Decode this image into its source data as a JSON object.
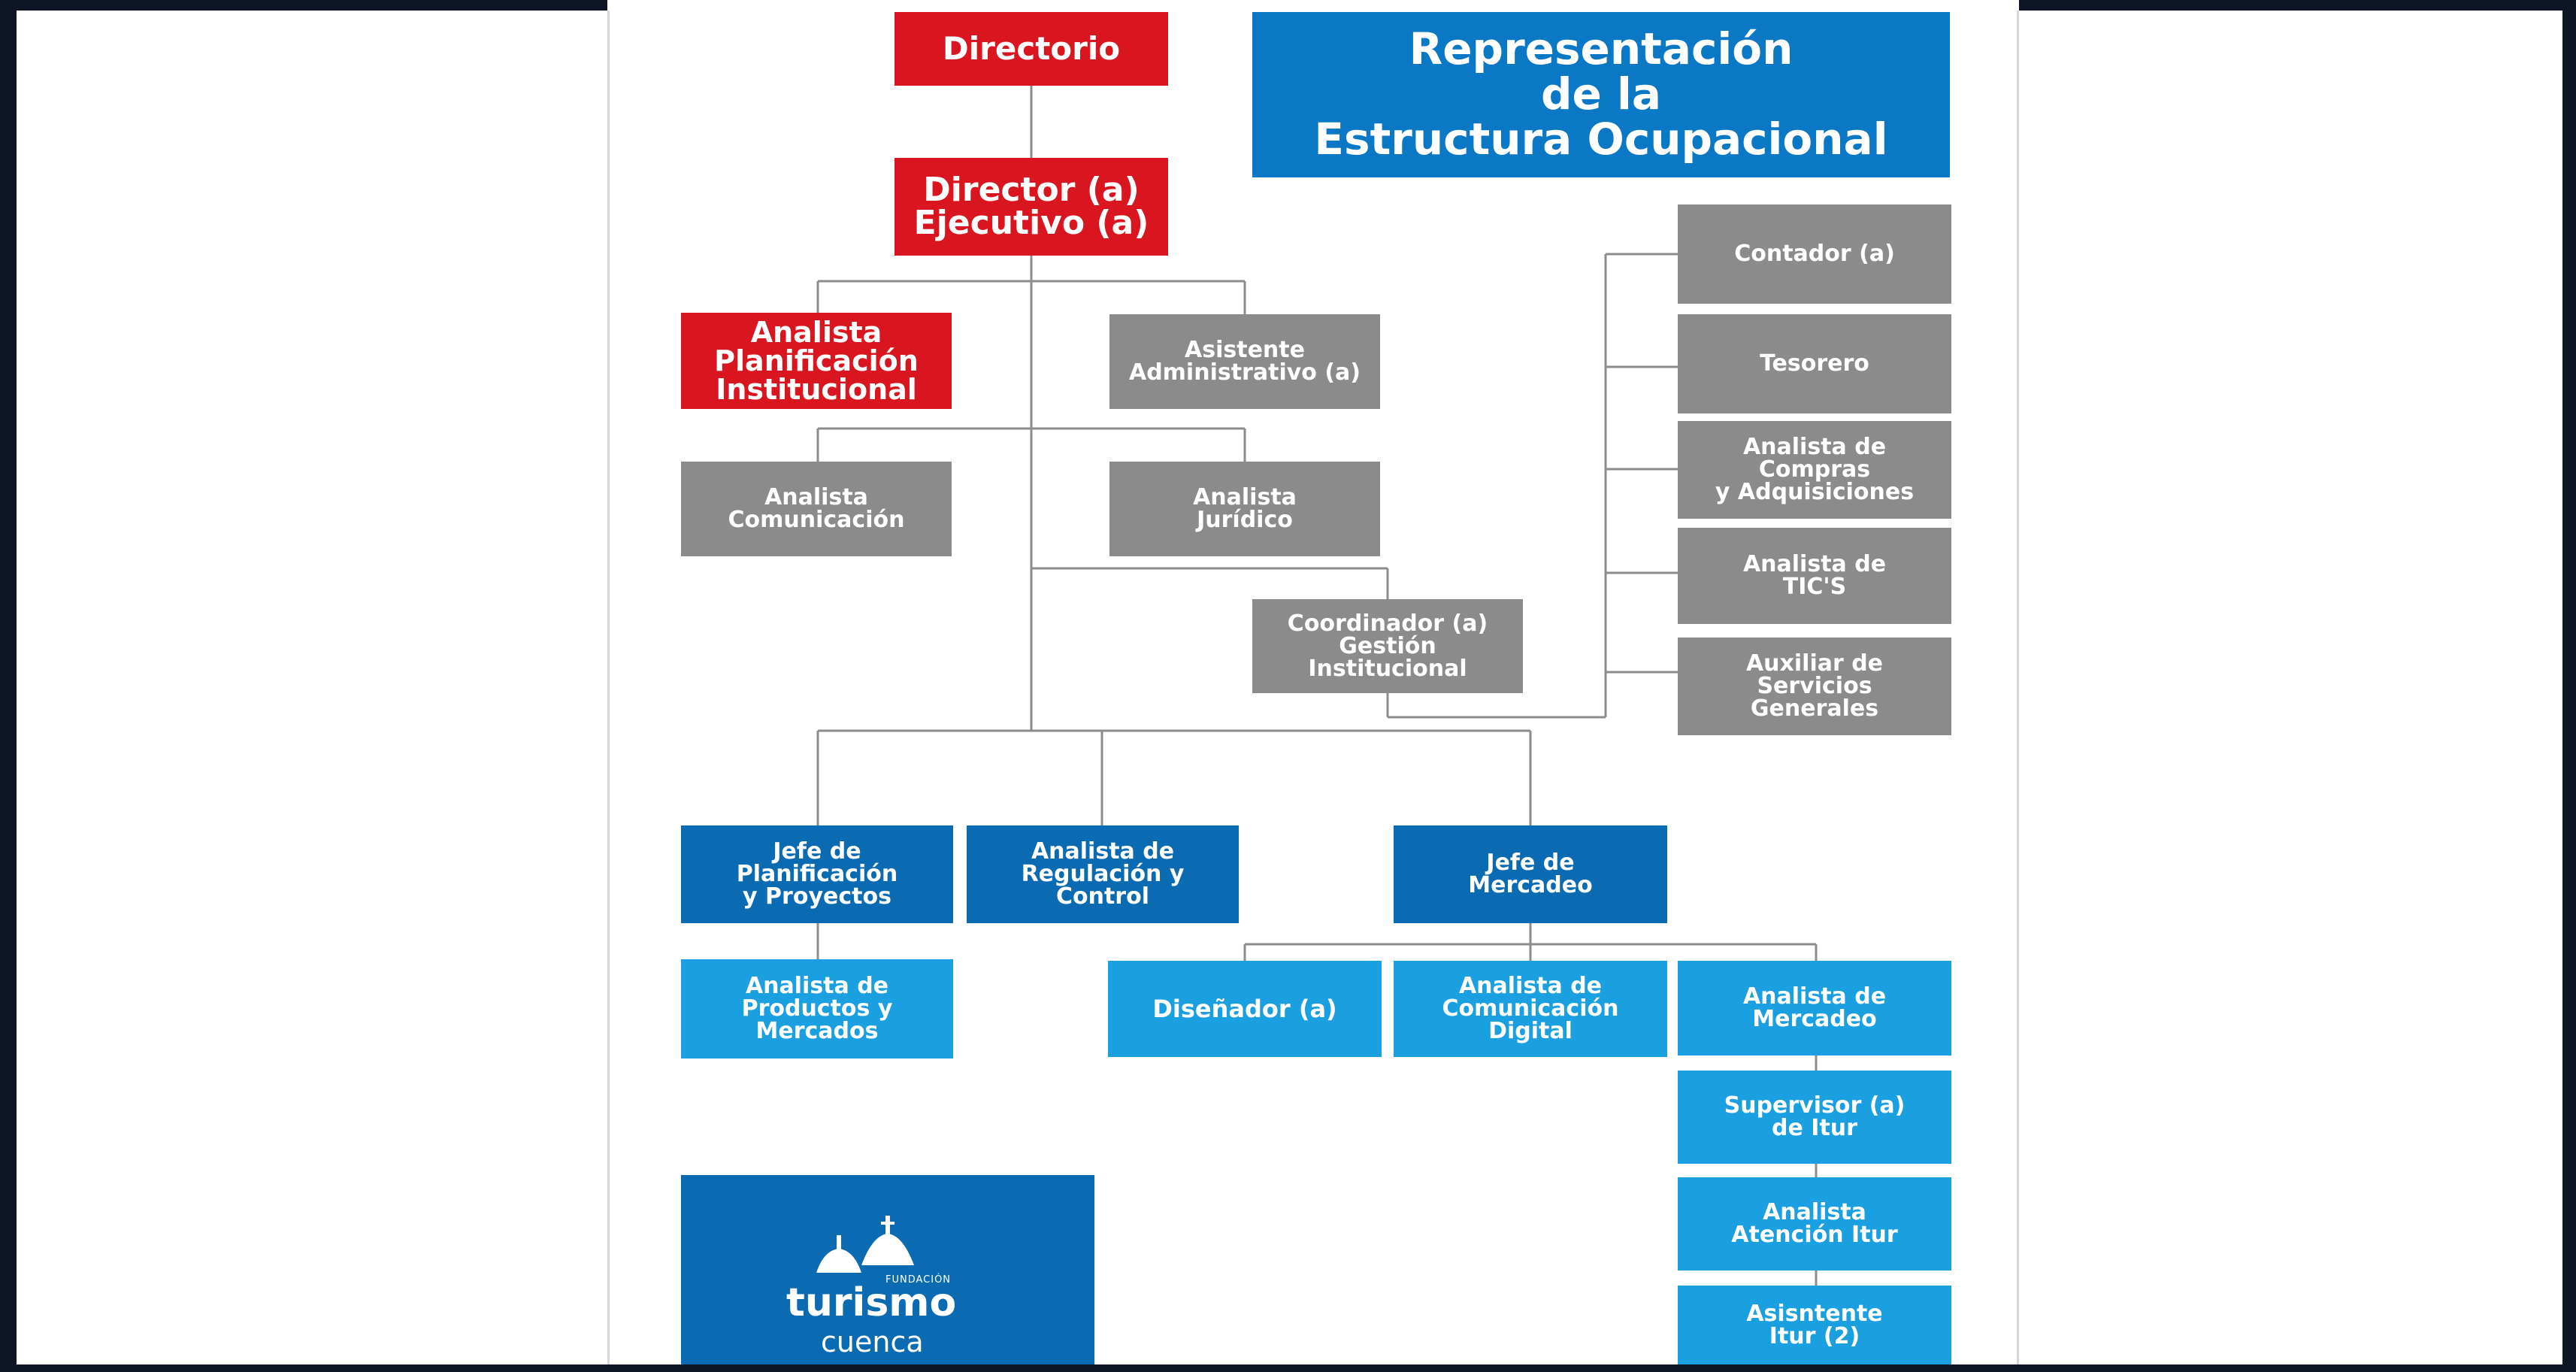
{
  "title": "Representación\nde la\nEstructura Ocupacional",
  "colors": {
    "executive": "#d9161f",
    "support": "#8b8b8b",
    "department": "#0a6bb3",
    "operational": "#1a9fe0",
    "connector": "#8c8c8c"
  },
  "nodes": {
    "directorio": "Directorio",
    "director_ejecutivo": "Director (a)\nEjecutivo (a)",
    "analista_planificacion": "Analista\nPlanificación\nInstitucional",
    "asistente_administrativo": "Asistente\nAdministrativo (a)",
    "analista_comunicacion": "Analista\nComunicación",
    "analista_juridico": "Analista\nJurídico",
    "coordinador_gestion": "Coordinador (a)\nGestión\nInstitucional",
    "contador": "Contador (a)",
    "tesorero": "Tesorero",
    "analista_compras": "Analista de\nCompras\ny Adquisiciones",
    "analista_tics": "Analista de\nTIC'S",
    "auxiliar_servicios": "Auxiliar de\nServicios\nGenerales",
    "jefe_planificacion": "Jefe de\nPlanificación\ny Proyectos",
    "analista_regulacion": "Analista de\nRegulación y\nControl",
    "jefe_mercadeo": "Jefe de\nMercadeo",
    "analista_productos": "Analista de\nProductos y\nMercados",
    "disenador": "Diseñador (a)",
    "analista_com_digital": "Analista de\nComunicación\nDigital",
    "analista_mercadeo": "Analista de\nMercadeo",
    "supervisor_itur": "Supervisor (a)\nde Itur",
    "analista_atencion_itur": "Analista\nAtención Itur",
    "asistente_itur": "Asisntente\nItur (2)"
  },
  "logo": {
    "fundacion": "FUNDACIÓN",
    "brand": "turismo",
    "city": "cuenca"
  }
}
